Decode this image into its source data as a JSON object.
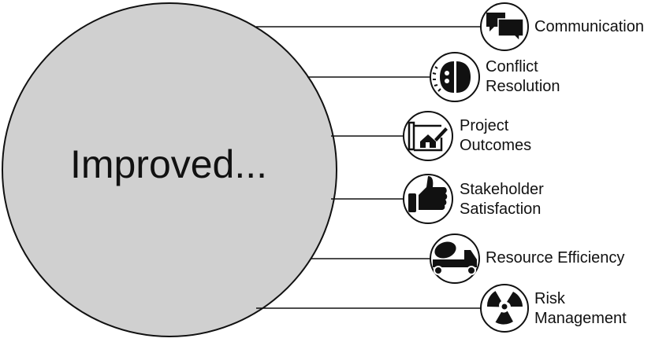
{
  "center_label": "Improved...",
  "items": [
    {
      "label1": "Communication",
      "label2": "",
      "icon": "speech-bubbles-icon"
    },
    {
      "label1": "Conflict",
      "label2": "Resolution",
      "icon": "brain-gears-icon"
    },
    {
      "label1": "Project",
      "label2": "Outcomes",
      "icon": "house-blueprint-icon"
    },
    {
      "label1": "Stakeholder",
      "label2": "Satisfaction",
      "icon": "thumbs-up-icon"
    },
    {
      "label1": "Resource Efficiency",
      "label2": "",
      "icon": "cement-truck-icon"
    },
    {
      "label1": "Risk",
      "label2": "Management",
      "icon": "radiation-icon"
    }
  ],
  "colors": {
    "circle_fill": "#d0d0d0",
    "stroke": "#111111"
  }
}
